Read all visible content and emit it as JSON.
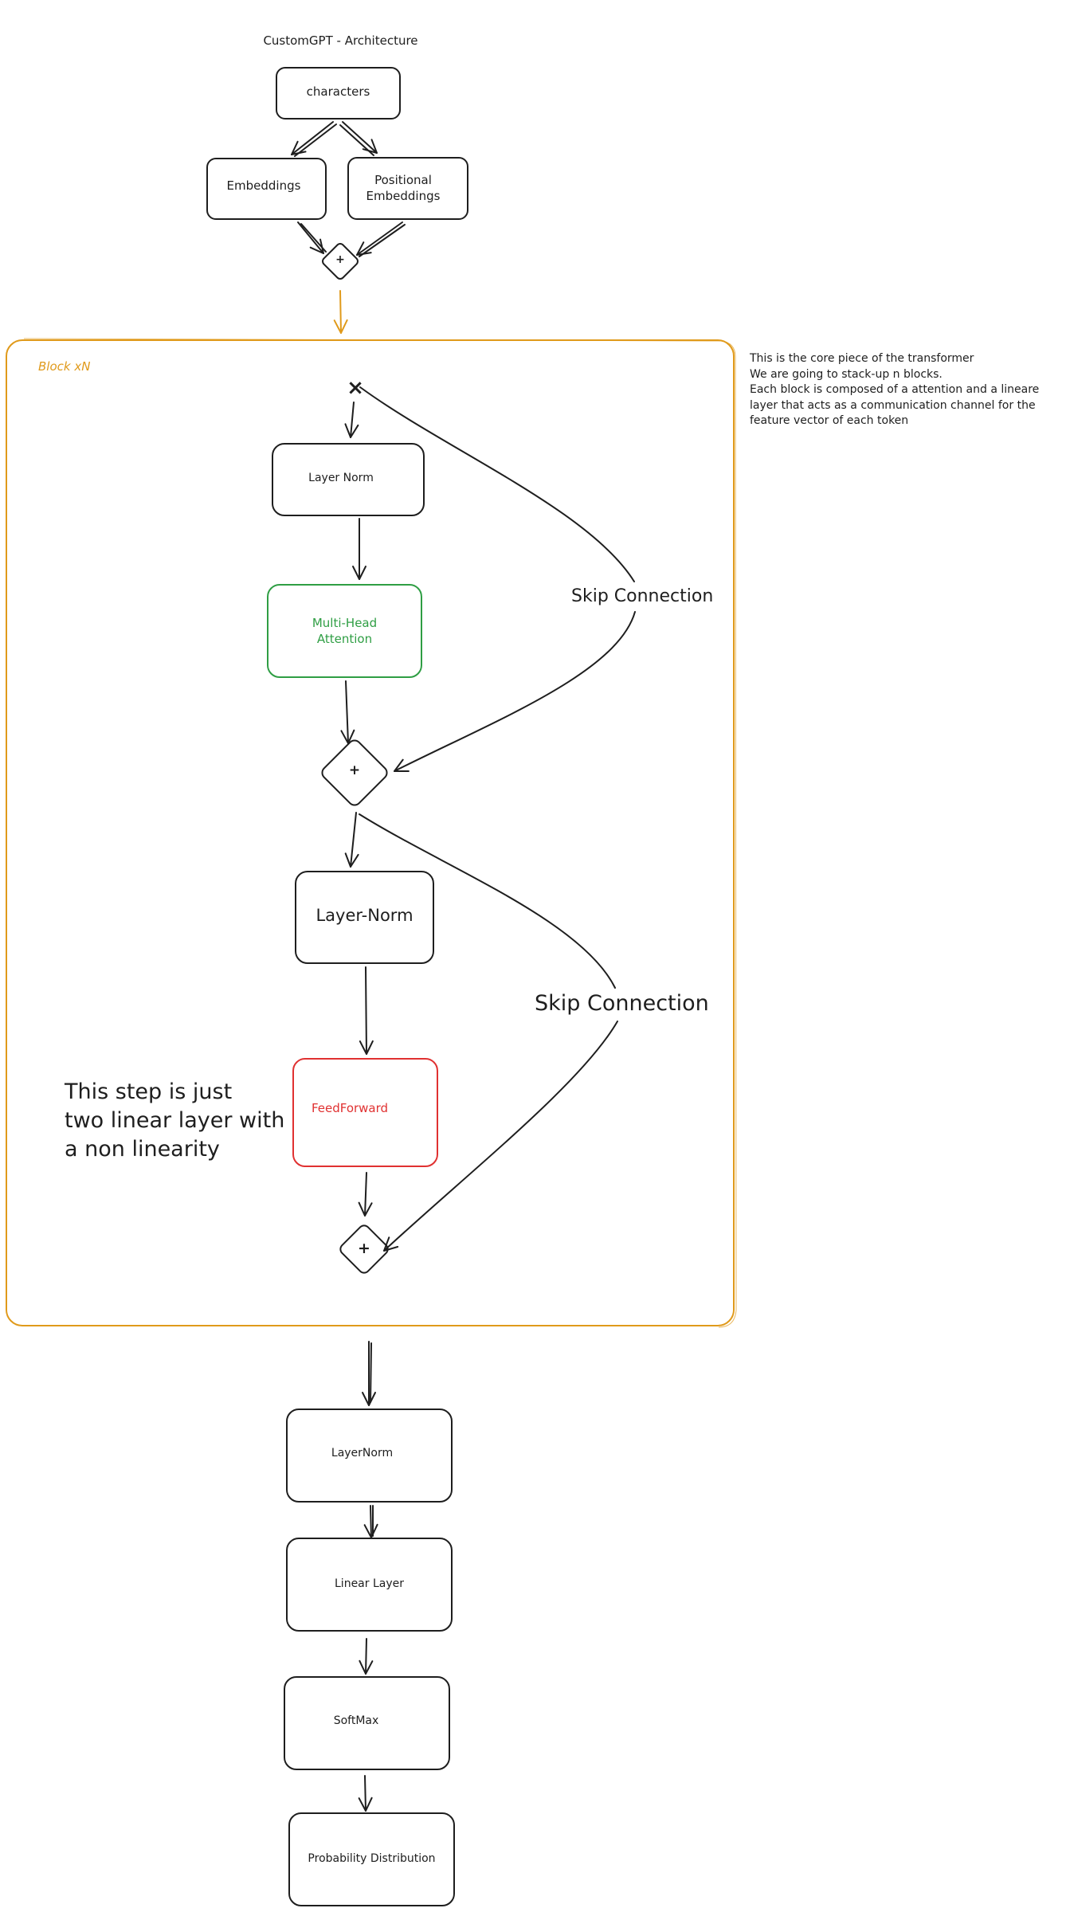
{
  "title": "CustomGPT - Architecture",
  "nodes": {
    "characters": "characters",
    "embeddings": "Embeddings",
    "positional_embeddings": [
      "Positional",
      "Embeddings"
    ],
    "plus": "+",
    "block_label": "Block xN",
    "multiply": "×",
    "layer_norm_1": "Layer Norm",
    "multi_head_attention": [
      "Multi-Head",
      "Attention"
    ],
    "layer_norm_2": "Layer-Norm",
    "feedforward": "FeedForward",
    "layernorm_final": "LayerNorm",
    "linear_layer": "Linear Layer",
    "softmax": "SoftMax",
    "probability_distribution": "Probability Distribution"
  },
  "skip_labels": [
    "Skip Connection",
    "Skip Connection"
  ],
  "notes": {
    "transformer_note": [
      "This is the core piece of the transformer",
      "We are going to stack-up n blocks.",
      "Each block is composed of a attention and a lineare",
      "layer that acts as a communication channel for the",
      "feature vector of each token"
    ],
    "feedforward_note": [
      "This step is just",
      "two linear layer with",
      "a non linearity"
    ]
  },
  "colors": {
    "ink": "#1e1e1e",
    "block": "#e09a1b",
    "attention": "#2f9e44",
    "feedforward": "#e03131"
  }
}
